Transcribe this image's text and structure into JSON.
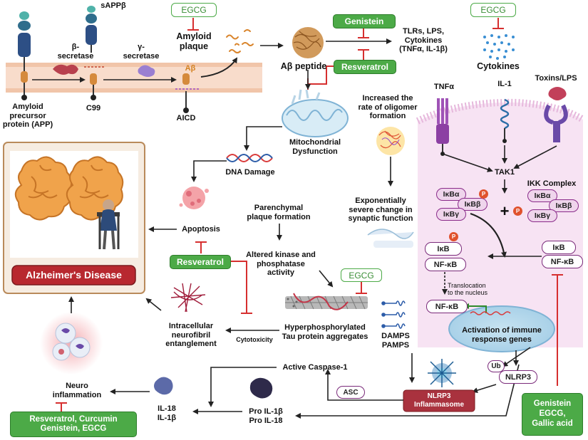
{
  "membrane": {
    "beta_secretase": "β-\nsecretase",
    "gamma_secretase": "γ-\nsecretase",
    "sappb": "sAPPβ",
    "abeta_fragment": "Aβ",
    "app": "Amyloid\nprecursor\nprotein (APP)",
    "c99": "C99",
    "aicd": "AICD"
  },
  "top": {
    "egcg_1": "EGCG",
    "amyloid_plaque": "Amyloid\nplaque",
    "abeta_peptide": "Aβ peptide",
    "genistein": "Genistein",
    "resveratrol_1": "Resveratrol",
    "tlrs": "TLRs, LPS,\nCytokines\n(TNFα, IL-1β)",
    "egcg_2": "EGCG",
    "cytokines": "Cytokines"
  },
  "middle": {
    "mito": "Mitochondrial\nDysfunction",
    "oligomer": "Increased the\nrate of oligomer\nformation",
    "dna_damage": "DNA Damage",
    "apoptosis": "Apoptosis",
    "exp_change": "Exponentially\nsevere change in\nsynaptic function",
    "parenchymal": "Parenchymal\nplaque formation",
    "kinase": "Altered kinase and\nphosphatase\nactivity",
    "egcg_3": "EGCG",
    "resveratrol_2": "Resveratrol",
    "tau": "Hyperphosphorylated\nTau protein aggregates",
    "nft": "Intracellular\nneurofibril\nentanglement",
    "cytotoxicity": "Cytotoxicity",
    "damps": "DAMPS\nPAMPS"
  },
  "disease": {
    "label": "Alzheimer's Disease"
  },
  "cell": {
    "tnfa": "TNFα",
    "il1": "IL-1",
    "toxins": "Toxins/LPS",
    "tak1": "TAK1",
    "ikk_complex": "IKK Complex",
    "ikba": "IκBα",
    "ikbb": "IκBβ",
    "ikbg": "IκBγ",
    "ikbb2": "IκBβ",
    "ikba2": "IκBα",
    "ikbg2": "IκBγ",
    "p": "P",
    "plus": "+",
    "ikb1": "IκB",
    "nfkb1": "NF-κB",
    "ikb2": "IκB",
    "nfkb2": "NF-κB",
    "translocation": "Translocation\nto the nucleus",
    "nfkb3": "NF-κB",
    "activation": "Activation of immune\nresponse genes",
    "ub": "Ub",
    "nlrp3": "NLRP3"
  },
  "bottom": {
    "active_caspase": "Active Caspase-1",
    "asc": "ASC",
    "inflammasome": "NLRP3\nInflammasome",
    "pro_il": "Pro IL-1β\nPro IL-18",
    "il18": "IL-18\nIL-1β",
    "neuroinflammation": "Neuro\ninflammation",
    "treat_1": "Resveratrol, Curcumin\nGenistein, EGCG",
    "treat_2": "Genistein\nEGCG,\nGallic acid"
  }
}
